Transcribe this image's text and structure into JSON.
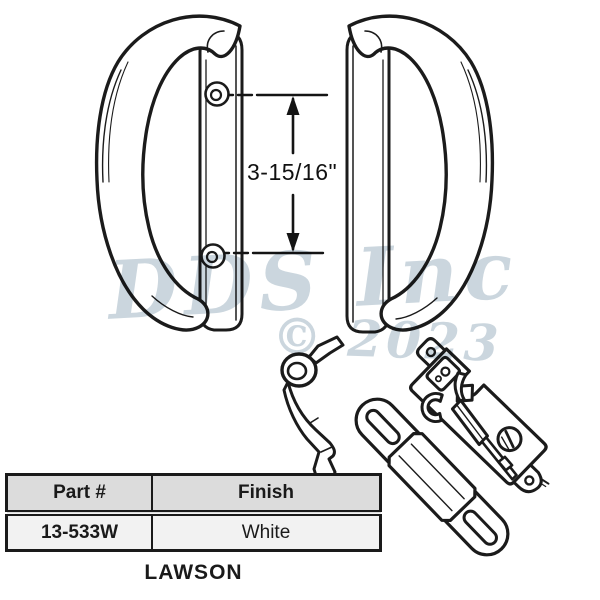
{
  "illustration": {
    "title": "Sliding door handle set diagram",
    "dimension_label": "3-15/16\"",
    "parts": [
      "inside-handle",
      "outside-handle",
      "latch-lever",
      "keeper-plate",
      "mortise-lock"
    ]
  },
  "watermark": {
    "line1": "DDS Inc",
    "line2": "© 2023",
    "color": "#c7d3db"
  },
  "table": {
    "headers": [
      "Part #",
      "Finish"
    ],
    "rows": [
      [
        "13-533W",
        "White"
      ]
    ]
  },
  "brand": "LAWSON",
  "colors": {
    "line": "#1b1b1b",
    "table_header_bg": "#dcdcdc",
    "table_row_bg": "#f2f2f2"
  }
}
